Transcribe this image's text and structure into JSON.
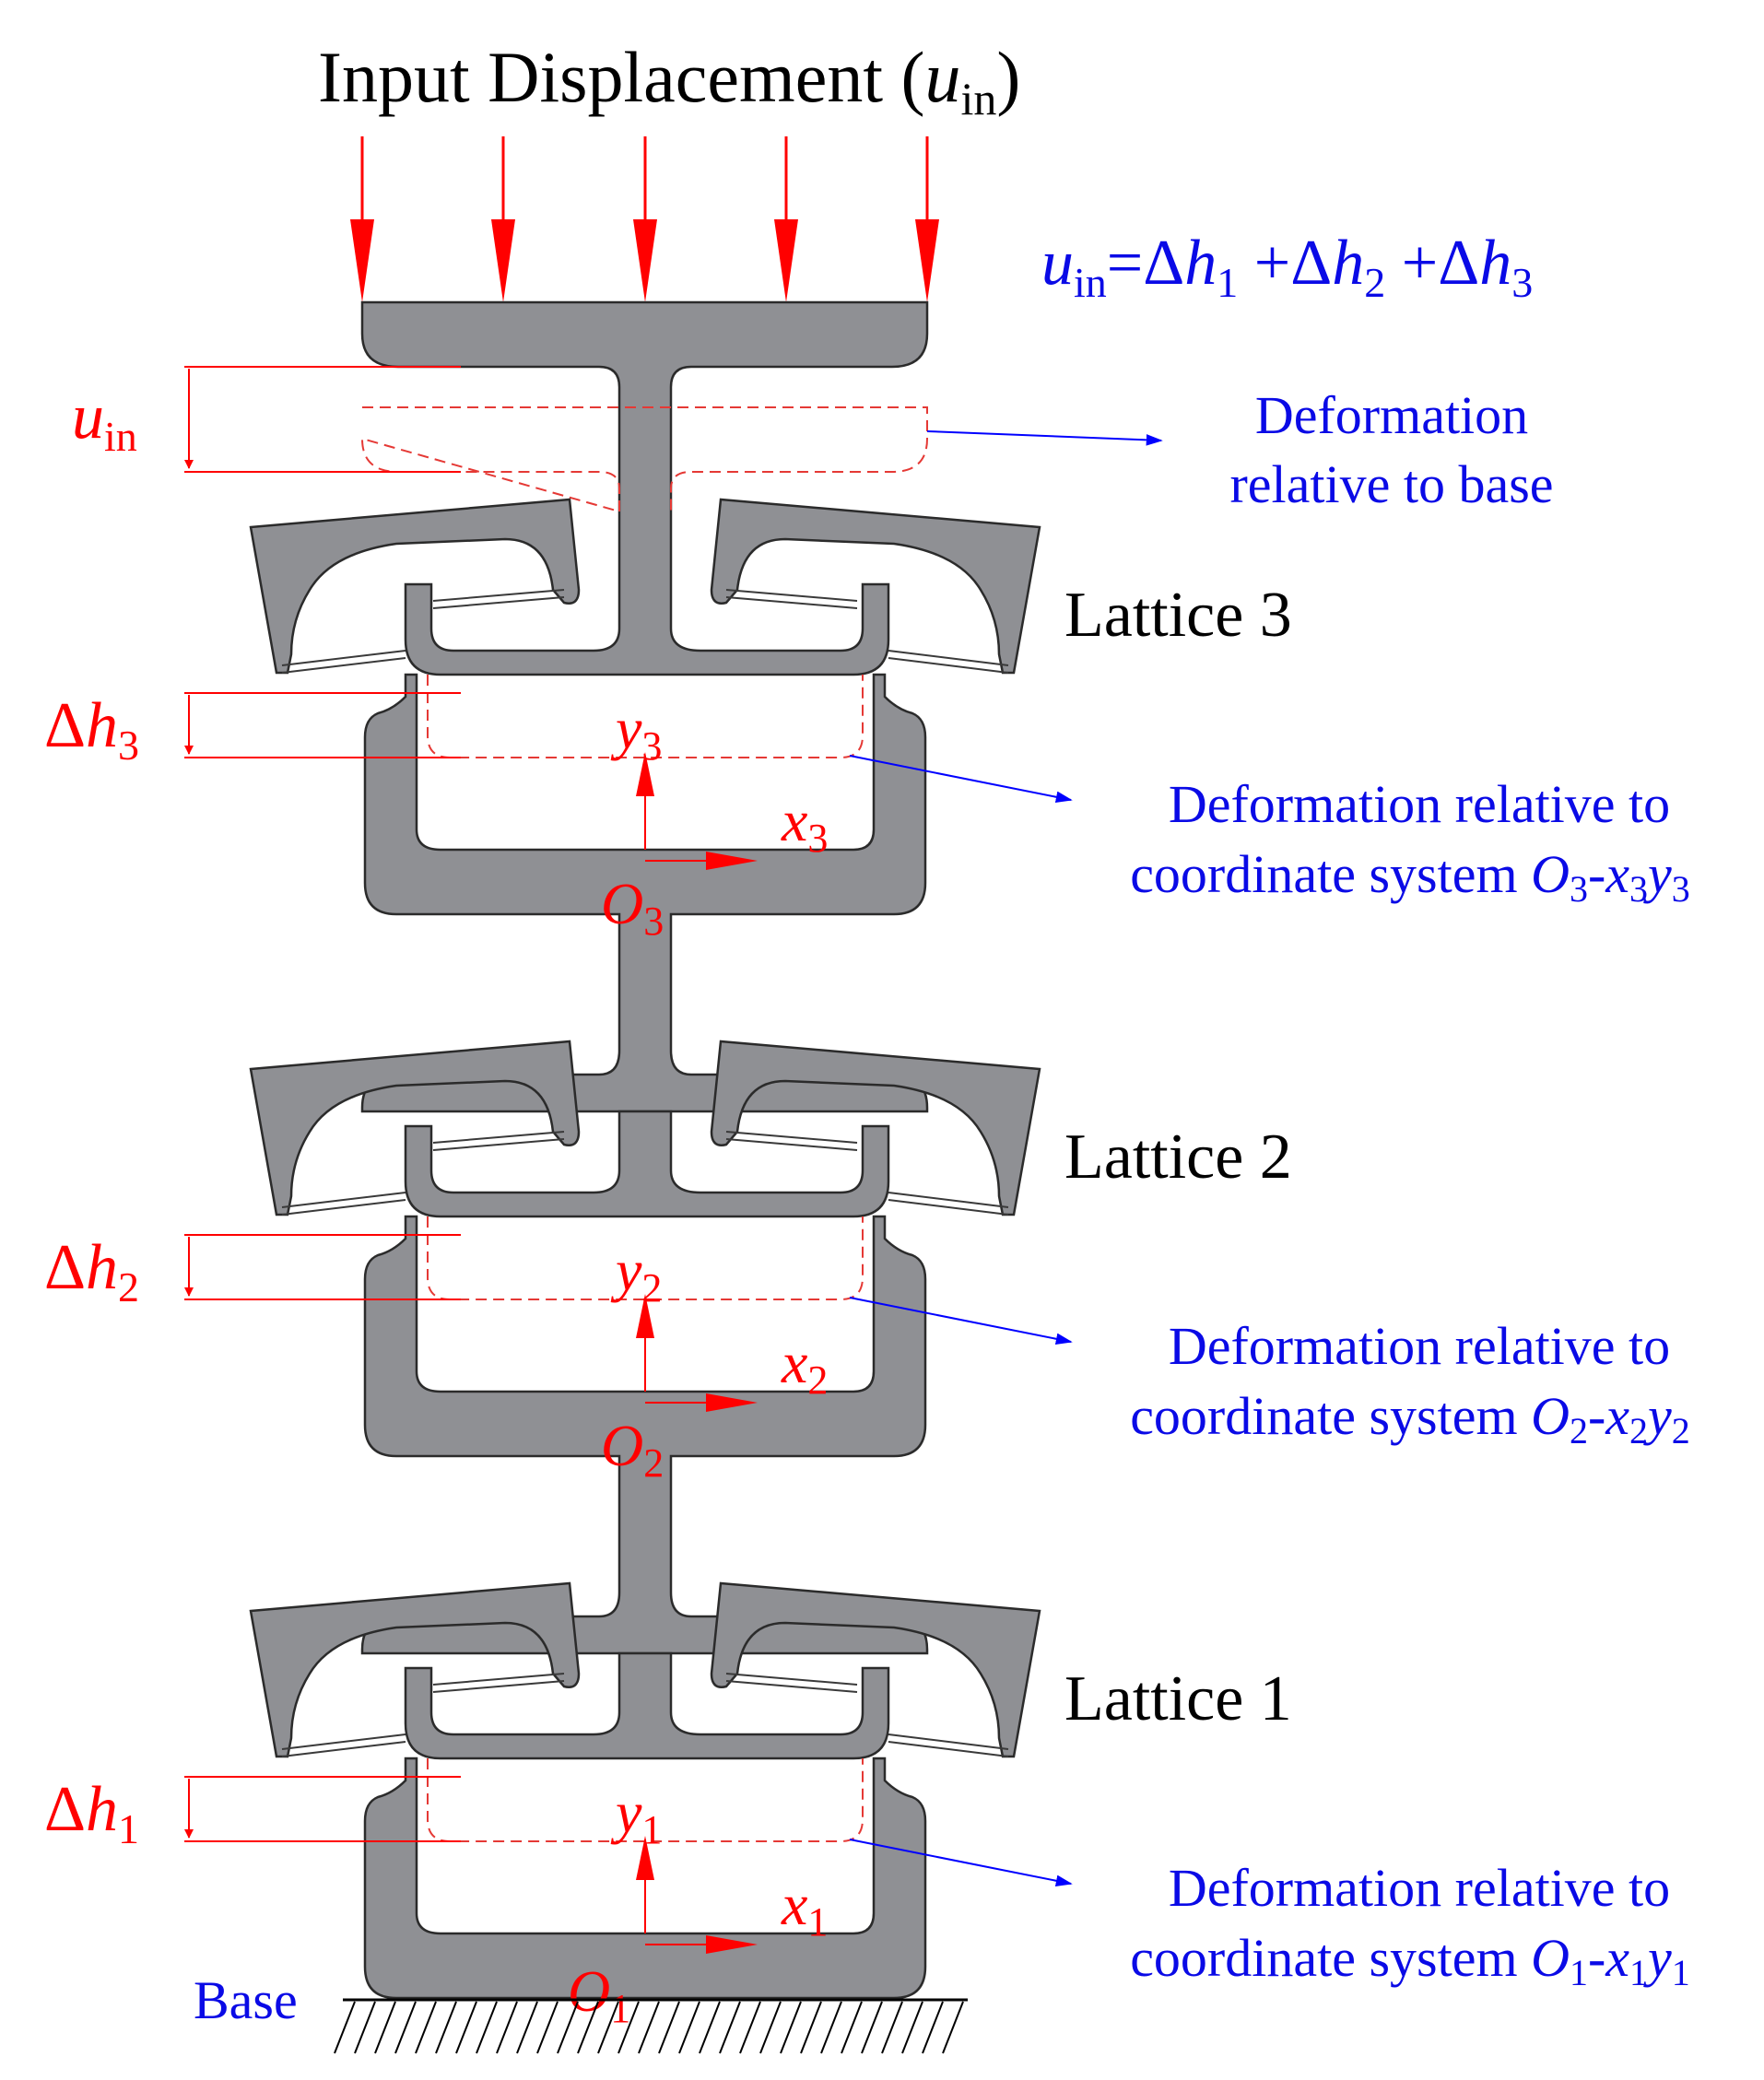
{
  "title": {
    "main": "Input Displacement (",
    "var": "u",
    "sub": "in",
    "close": ")"
  },
  "equation": {
    "lhs": "u",
    "lhs_sub": "in",
    "eq": "=",
    "delta": "Δ",
    "h": "h",
    "sub1": "1",
    "sub2": "2",
    "sub3": "3",
    "plus": " +"
  },
  "left_label_uin": {
    "var": "u",
    "sub": "in"
  },
  "note_top": {
    "line1": "Deformation",
    "line2": "relative to base"
  },
  "note_line1": "Deformation relative to",
  "note_line2": "coordinate system",
  "axis": {
    "x": "x",
    "y": "y",
    "origin": "O"
  },
  "lattices": [
    {
      "label": "Lattice 3",
      "index": "3",
      "delta": "Δ",
      "h": "h"
    },
    {
      "label": "Lattice 2",
      "index": "2",
      "delta": "Δ",
      "h": "h"
    },
    {
      "label": "Lattice 1",
      "index": "1",
      "delta": "Δ",
      "h": "h"
    }
  ],
  "base_label": "Base",
  "colors": {
    "shape_fill": "#8f9094",
    "annotation_red": "#ff0000",
    "annotation_blue": "#0a0ae6",
    "outline": "#2b2b2b"
  }
}
